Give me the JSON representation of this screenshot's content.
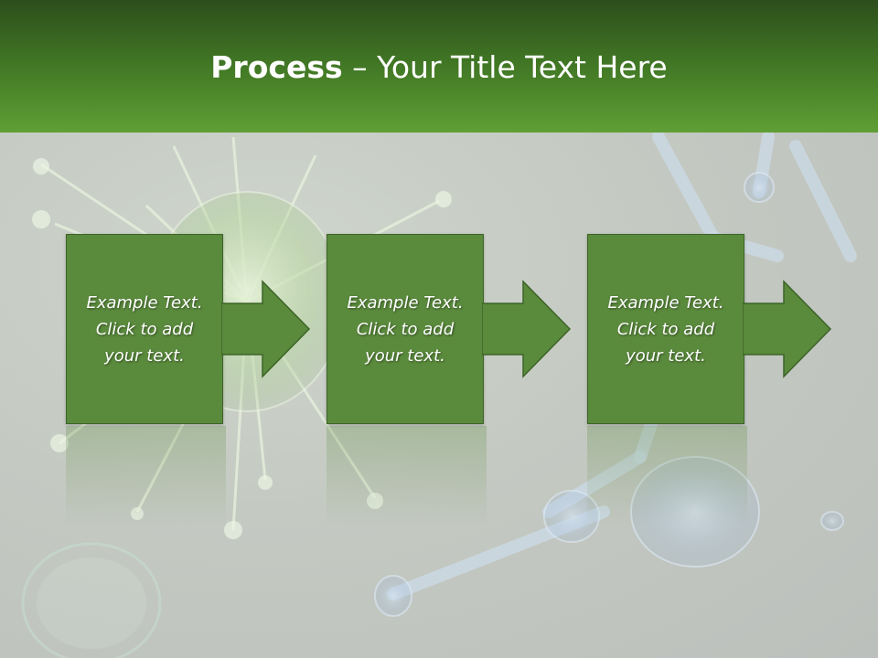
{
  "slide": {
    "title_bold": "Process",
    "title_rest": " – Your Title Text Here"
  },
  "steps": [
    {
      "text": "Example Text.\nClick  to add\nyour text."
    },
    {
      "text": "Example Text.\nClick  to add\nyour text."
    },
    {
      "text": "Example Text.\nClick  to add\nyour text."
    }
  ],
  "colors": {
    "header_dark": "#2d4e1c",
    "header_light": "#5f9f34",
    "box_fill": "#5a8a3c",
    "box_border": "#3d6428"
  }
}
